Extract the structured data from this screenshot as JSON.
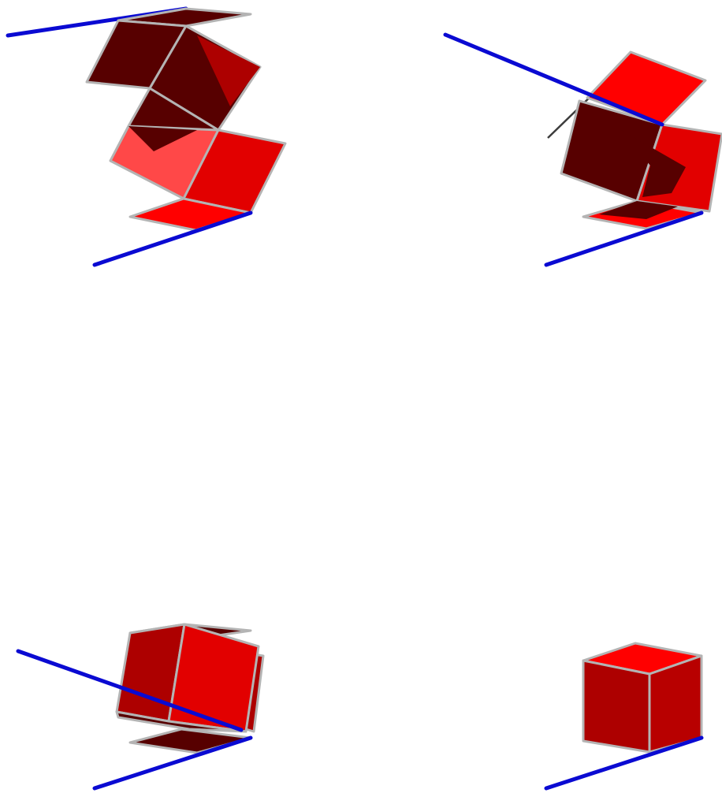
{
  "colors": {
    "background": "#ffffff",
    "face_dark": "#570000",
    "face_mid": "#ad0000",
    "face_red": "#e20000",
    "face_bright": "#ff0000",
    "face_light": "#ff4848",
    "edge": "#b4b4b4",
    "axis": "#0a0ad2"
  },
  "panels": [
    {
      "id": "panel-top-left",
      "state": "unfolded-net"
    },
    {
      "id": "panel-top-right",
      "state": "partially-folded"
    },
    {
      "id": "panel-bottom-left",
      "state": "nearly-folded"
    },
    {
      "id": "panel-bottom-right",
      "state": "folded-cube"
    }
  ]
}
